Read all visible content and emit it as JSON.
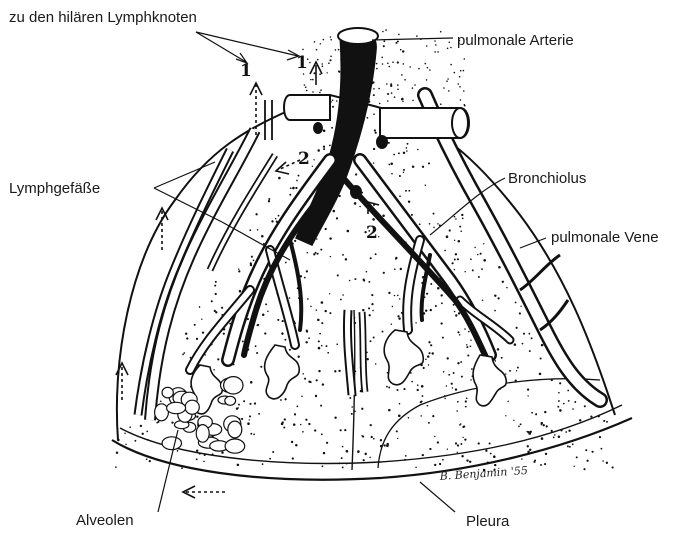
{
  "labels": {
    "hilar_nodes": "zu den hilären Lymphknoten",
    "pulmonary_artery": "pulmonale Arterie",
    "lymph_vessels": "Lymphgefäße",
    "bronchiolus": "Bronchiolus",
    "pulmonary_vein": "pulmonale Vene",
    "alveoli": "Alveolen",
    "pleura": "Pleura"
  },
  "markers": {
    "one_upper": "1",
    "one_left": "1",
    "two_upper": "2",
    "two_lower": "2"
  },
  "signature": "B. Benjamin '55",
  "colors": {
    "ink": "#111111",
    "paper": "#ffffff",
    "label_text": "#1a1a1a"
  }
}
